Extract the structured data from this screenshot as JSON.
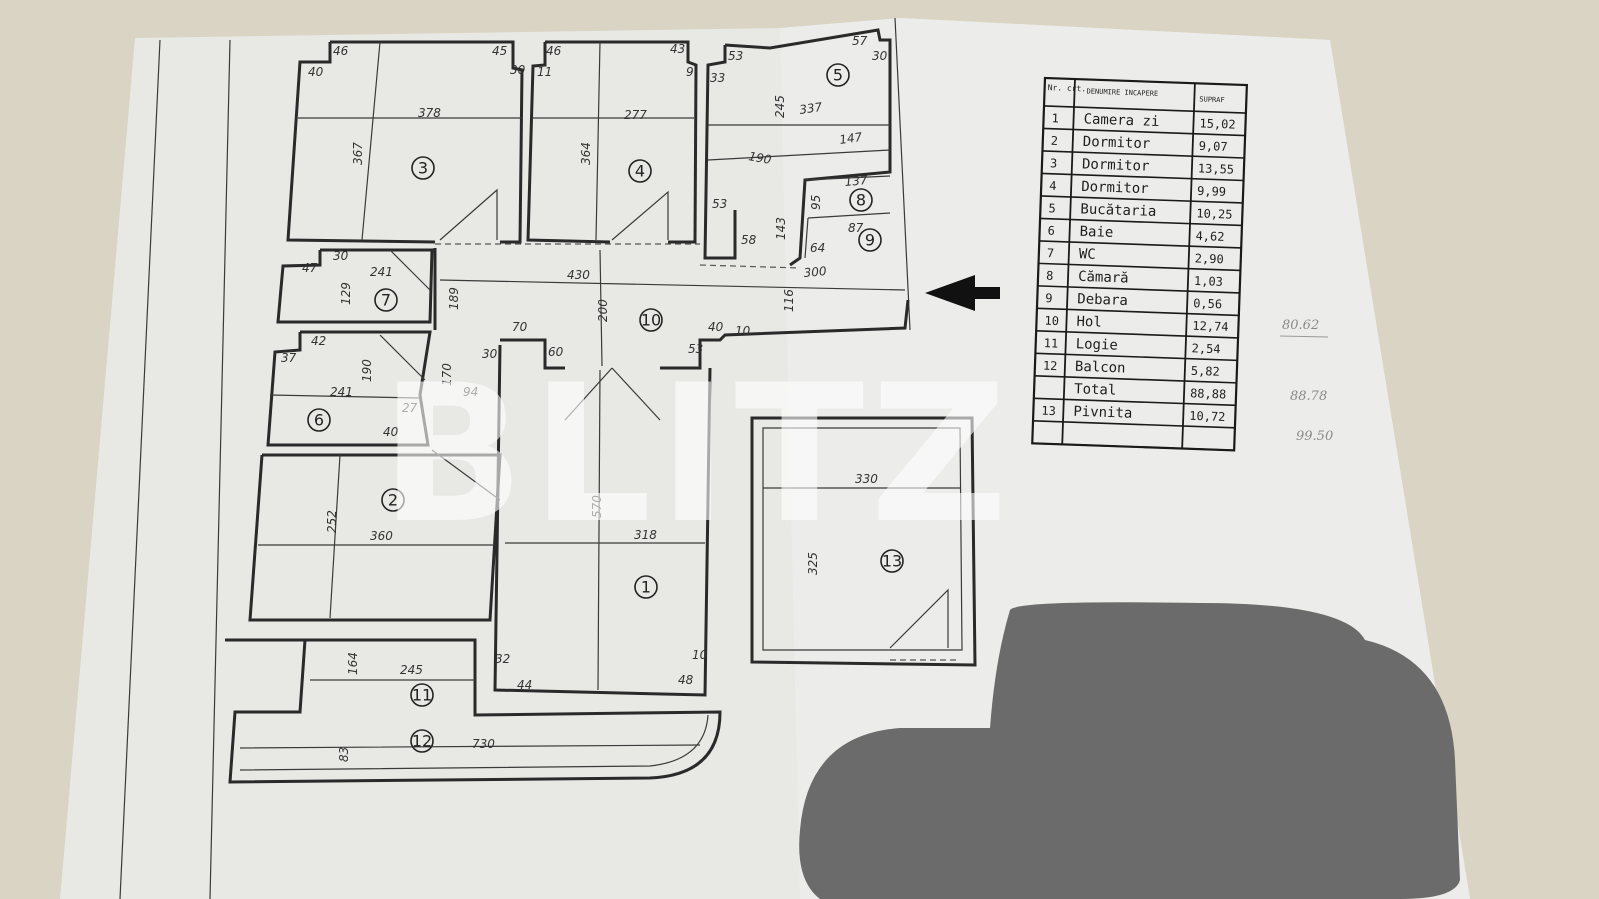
{
  "watermark": "BLITZ",
  "plan": {
    "rooms": [
      "1",
      "2",
      "3",
      "4",
      "5",
      "6",
      "7",
      "8",
      "9",
      "10",
      "11",
      "12",
      "13"
    ],
    "dimensions": [
      "378",
      "367",
      "46",
      "45",
      "40",
      "30",
      "277",
      "364",
      "46",
      "43",
      "11",
      "9",
      "245",
      "337",
      "147",
      "190",
      "57",
      "30",
      "53",
      "33",
      "137",
      "95",
      "87",
      "64",
      "300",
      "116",
      "58",
      "53",
      "143",
      "241",
      "30",
      "47",
      "129",
      "430",
      "200",
      "189",
      "70",
      "60",
      "40",
      "10",
      "53",
      "170",
      "94",
      "30",
      "42",
      "37",
      "241",
      "190",
      "27",
      "40",
      "252",
      "360",
      "318",
      "570",
      "32",
      "44",
      "48",
      "10",
      "330",
      "325",
      "245",
      "164",
      "730",
      "83"
    ]
  },
  "table": {
    "headers": {
      "nr": "Nr. crt.",
      "name": "DENUMIRE INCAPERE",
      "area": "SUPRAF"
    },
    "rows": [
      {
        "nr": "1",
        "name": "Camera zi",
        "area": "15,02"
      },
      {
        "nr": "2",
        "name": "Dormitor",
        "area": "9,07"
      },
      {
        "nr": "3",
        "name": "Dormitor",
        "area": "13,55"
      },
      {
        "nr": "4",
        "name": "Dormitor",
        "area": "9,99"
      },
      {
        "nr": "5",
        "name": "Bucătaria",
        "area": "10,25"
      },
      {
        "nr": "6",
        "name": "Baie",
        "area": "4,62"
      },
      {
        "nr": "7",
        "name": "WC",
        "area": "2,90"
      },
      {
        "nr": "8",
        "name": "Cămară",
        "area": "1,03"
      },
      {
        "nr": "9",
        "name": "Debara",
        "area": "0,56"
      },
      {
        "nr": "10",
        "name": "Hol",
        "area": "12,74"
      },
      {
        "nr": "11",
        "name": "Logie",
        "area": "2,54"
      },
      {
        "nr": "12",
        "name": "Balcon",
        "area": "5,82"
      },
      {
        "nr": "",
        "name": "Total",
        "area": "88,88"
      },
      {
        "nr": "13",
        "name": "Pivnita",
        "area": "10,72"
      }
    ],
    "annotations": [
      "80.62",
      "88.78",
      "99.50"
    ]
  },
  "colors": {
    "background": "#d9d4c4",
    "paper": "#e9e9e6",
    "ink": "#2a2a2a",
    "redaction": "#6b6b6b"
  }
}
